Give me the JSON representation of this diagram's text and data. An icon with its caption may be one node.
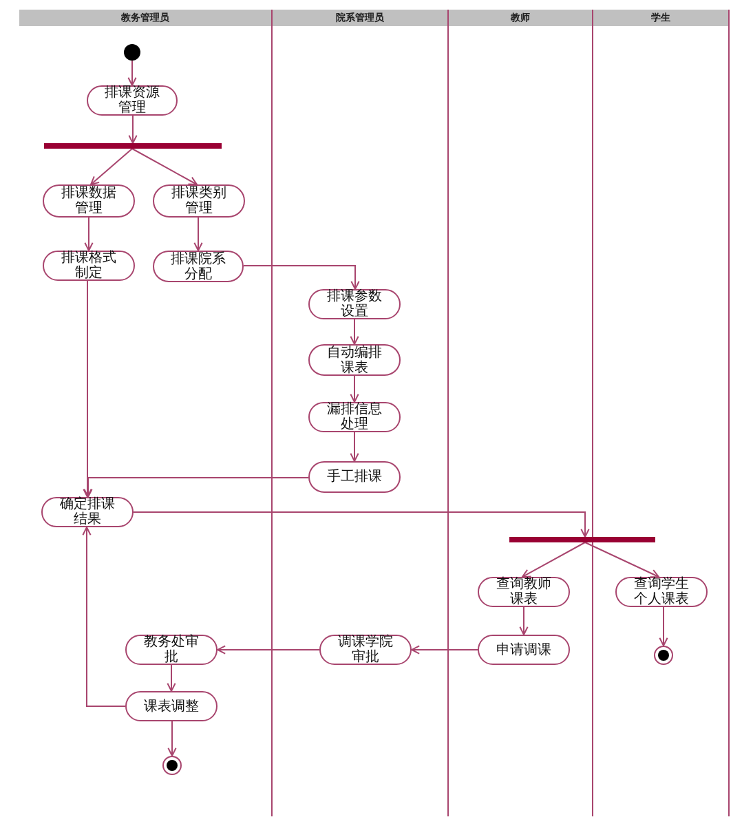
{
  "diagram": {
    "nodes": [
      {
        "text": [
          "教务管理员"
        ]
      },
      {
        "text": [
          "院系管理员"
        ]
      },
      {
        "text": [
          "教师"
        ]
      },
      {
        "text": [
          "学生"
        ]
      },
      {
        "text": [],
        "shape": "circle",
        "in": 0
      },
      {
        "text": [
          "排课资源管理"
        ],
        "in": 0
      },
      {
        "text": [],
        "shape": "bar",
        "in": 0
      },
      {
        "text": [
          "排课数据管理"
        ],
        "in": 0
      },
      {
        "text": [
          "排课类别管理"
        ],
        "in": 0
      },
      {
        "text": [
          "排课格式制定"
        ],
        "in": 0
      },
      {
        "text": [
          "排课院系分配"
        ],
        "in": 0
      },
      {
        "text": [
          "排课参数设置"
        ],
        "in": 1
      },
      {
        "text": [
          "自动编排课表"
        ],
        "in": 1
      },
      {
        "text": [
          "漏排信息处理"
        ],
        "in": 1
      },
      {
        "text": [
          "手工排课"
        ],
        "in": 1
      },
      {
        "text": [
          "确定排课结果"
        ],
        "in": 0
      },
      {
        "text": [],
        "shape": "bar"
      },
      {
        "text": [
          "查询教师课表"
        ],
        "in": 2
      },
      {
        "text": [
          "查询学生个人课表"
        ],
        "in": 3
      },
      {
        "text": [],
        "shape": "circle",
        "in": 3
      },
      {
        "text": [
          "申请调课"
        ],
        "in": 2
      },
      {
        "text": [
          "调课学院审批"
        ],
        "in": 1
      },
      {
        "text": [
          "教务处审批"
        ],
        "in": 0
      },
      {
        "text": [
          "课表调整"
        ],
        "in": 0
      },
      {
        "text": [],
        "shape": "circle",
        "in": 0
      }
    ],
    "edges": [
      {
        "from": 4,
        "to": 5,
        "arrow": "to"
      },
      {
        "from": 5,
        "to": 6,
        "arrow": "to"
      },
      {
        "from": 6,
        "to": 7,
        "arrow": "to"
      },
      {
        "from": 6,
        "to": 8,
        "arrow": "to"
      },
      {
        "from": 7,
        "to": 9,
        "arrow": "to"
      },
      {
        "from": 8,
        "to": 10,
        "arrow": "to"
      },
      {
        "from": 10,
        "to": 11,
        "arrow": "to"
      },
      {
        "from": 11,
        "to": 12,
        "arrow": "to"
      },
      {
        "from": 12,
        "to": 13,
        "arrow": "to"
      },
      {
        "from": 13,
        "to": 14,
        "arrow": "to"
      },
      {
        "from": 9,
        "to": 15,
        "arrow": "to"
      },
      {
        "from": 14,
        "to": 15,
        "arrow": "to"
      },
      {
        "from": 15,
        "to": 16,
        "arrow": "to"
      },
      {
        "from": 16,
        "to": 17,
        "arrow": "to"
      },
      {
        "from": 16,
        "to": 18,
        "arrow": "to"
      },
      {
        "from": 18,
        "to": 19,
        "arrow": "to"
      },
      {
        "from": 17,
        "to": 20,
        "arrow": "to"
      },
      {
        "from": 20,
        "to": 21,
        "arrow": "to"
      },
      {
        "from": 21,
        "to": 22,
        "arrow": "to"
      },
      {
        "from": 22,
        "to": 23,
        "arrow": "to"
      },
      {
        "from": 23,
        "to": 15,
        "arrow": "to"
      },
      {
        "from": 23,
        "to": 24,
        "arrow": "to"
      }
    ]
  }
}
